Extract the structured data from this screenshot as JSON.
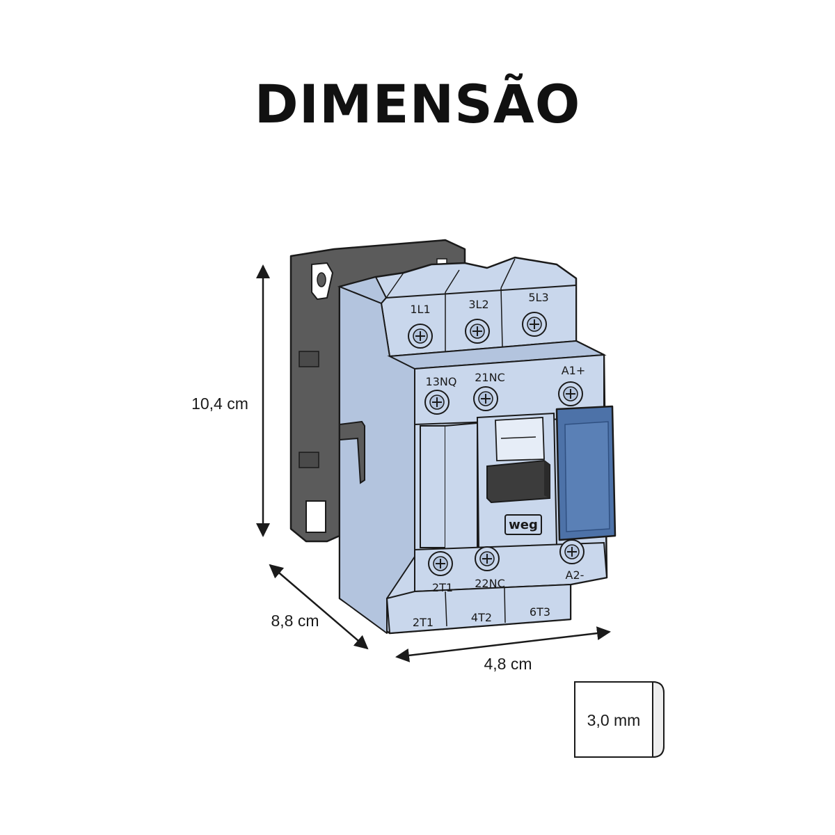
{
  "title": "DIMENSÃO",
  "colors": {
    "body": "#c9d7ec",
    "body_shadow": "#b3c4de",
    "mount": "#5b5b5b",
    "blue_cover": "#4d72a8",
    "outline": "#1a1a1a"
  },
  "dimensions": {
    "height": "10,4 cm",
    "depth": "8,8 cm",
    "width": "4,8 cm",
    "thickness": "3,0 mm"
  },
  "terminals": {
    "top": [
      "1L1",
      "3L2",
      "5L3"
    ],
    "aux_top": [
      "13NQ",
      "21NC",
      "A1+"
    ],
    "aux_bottom": [
      "2T1",
      "22NC",
      "A2-"
    ],
    "bottom": [
      "2T1",
      "4T2",
      "6T3"
    ]
  },
  "brand": "weg"
}
